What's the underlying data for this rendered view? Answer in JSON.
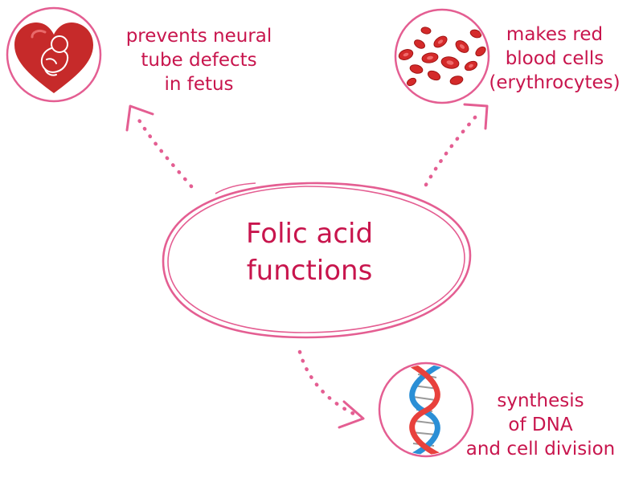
{
  "center": {
    "lines": [
      "Folic acid",
      "functions"
    ]
  },
  "functions": [
    {
      "icon": "heart-fetus-icon",
      "lines": [
        "prevents neural",
        "tube defects",
        "in fetus"
      ]
    },
    {
      "icon": "red-blood-cells-icon",
      "lines": [
        "makes red",
        "blood cells",
        "(erythrocytes)"
      ]
    },
    {
      "icon": "dna-helix-icon",
      "lines": [
        "synthesis",
        "of DNA",
        "and cell division"
      ]
    }
  ],
  "colors": {
    "text": "#c8154d",
    "outline": "#e45e92",
    "blood": "#d42a2a",
    "dna_red": "#e8413c",
    "dna_blue": "#2b8fd6"
  }
}
